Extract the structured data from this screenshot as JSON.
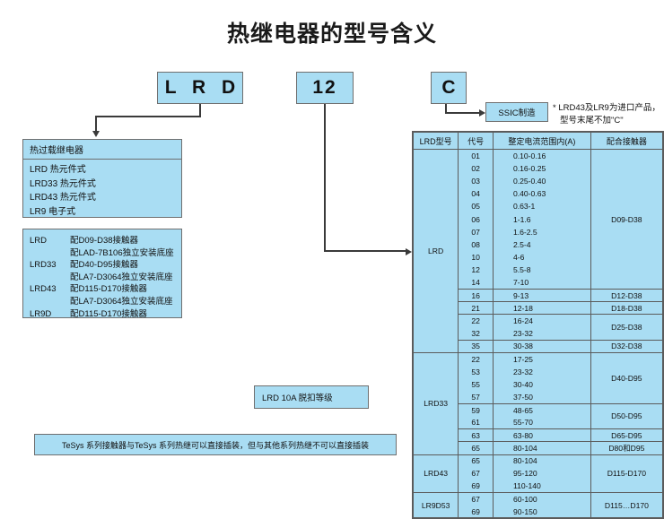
{
  "title": "热继电器的型号含义",
  "code_boxes": {
    "prefix": "L R D",
    "number": "12",
    "suffix": "C"
  },
  "manufacture_box": "SSIC制造",
  "import_note": {
    "line1": "* LRD43及LR9为进口产品，",
    "line2": "型号末尾不加\"C\""
  },
  "relay_types_box": {
    "header": "热过载继电器",
    "items": [
      "LRD 热元件式",
      "LRD33 热元件式",
      "LRD43 热元件式",
      "LR9 电子式"
    ]
  },
  "contactor_match_box": {
    "rows": [
      {
        "model": "LRD",
        "desc": "配D09-D38接触器"
      },
      {
        "model": "",
        "desc": "配LAD-7B106独立安装底座"
      },
      {
        "model": "LRD33",
        "desc": "配D40-D95接触器"
      },
      {
        "model": "",
        "desc": "配LA7-D3064独立安装底座"
      },
      {
        "model": "LRD43",
        "desc": "配D115-D170接触器"
      },
      {
        "model": "",
        "desc": "配LA7-D3064独立安装底座"
      },
      {
        "model": "LR9D",
        "desc": "配D115-D170接触器"
      }
    ]
  },
  "trip_class_box": "LRD 10A 脱扣等级",
  "bottom_note": "TeSys 系列接触器与TeSys 系列热继可以直接插装，但与其他系列热继不可以直接插装",
  "spec_table": {
    "headers": [
      "LRD型号",
      "代号",
      "整定电流范围内(A)",
      "配合接触器"
    ],
    "groups": [
      {
        "model": "LRD",
        "blocks": [
          {
            "contactor": "D09-D38",
            "rows": [
              {
                "code": "01",
                "range": "0.10-0.16"
              },
              {
                "code": "02",
                "range": "0.16-0.25"
              },
              {
                "code": "03",
                "range": "0.25-0.40"
              },
              {
                "code": "04",
                "range": "0.40-0.63"
              },
              {
                "code": "05",
                "range": "0.63-1"
              },
              {
                "code": "06",
                "range": "1-1.6"
              },
              {
                "code": "07",
                "range": "1.6-2.5"
              },
              {
                "code": "08",
                "range": "2.5-4"
              },
              {
                "code": "10",
                "range": "4-6"
              },
              {
                "code": "12",
                "range": "5.5-8"
              },
              {
                "code": "14",
                "range": "7-10"
              }
            ]
          },
          {
            "contactor": "D12-D38",
            "rows": [
              {
                "code": "16",
                "range": "9-13"
              }
            ]
          },
          {
            "contactor": "D18-D38",
            "rows": [
              {
                "code": "21",
                "range": "12-18"
              }
            ]
          },
          {
            "contactor": "D25-D38",
            "rows": [
              {
                "code": "22",
                "range": "16-24"
              },
              {
                "code": "32",
                "range": "23-32"
              }
            ]
          },
          {
            "contactor": "D32-D38",
            "rows": [
              {
                "code": "35",
                "range": "30-38"
              }
            ]
          }
        ]
      },
      {
        "model": "LRD33",
        "blocks": [
          {
            "contactor": "D40-D95",
            "rows": [
              {
                "code": "22",
                "range": "17-25"
              },
              {
                "code": "53",
                "range": "23-32"
              },
              {
                "code": "55",
                "range": "30-40"
              },
              {
                "code": "57",
                "range": "37-50"
              }
            ]
          },
          {
            "contactor": "D50-D95",
            "rows": [
              {
                "code": "59",
                "range": "48-65"
              },
              {
                "code": "61",
                "range": "55-70"
              }
            ]
          },
          {
            "contactor": "D65-D95",
            "rows": [
              {
                "code": "63",
                "range": "63-80"
              }
            ]
          },
          {
            "contactor": "D80和D95",
            "rows": [
              {
                "code": "65",
                "range": "80-104"
              }
            ]
          }
        ]
      },
      {
        "model": "LRD43",
        "blocks": [
          {
            "contactor": "D115-D170",
            "rows": [
              {
                "code": "65",
                "range": "80-104"
              },
              {
                "code": "67",
                "range": "95-120"
              },
              {
                "code": "69",
                "range": "110-140"
              }
            ]
          }
        ]
      },
      {
        "model": "LR9D53",
        "blocks": [
          {
            "contactor": "D115…D170",
            "rows": [
              {
                "code": "67",
                "range": "60-100"
              },
              {
                "code": "69",
                "range": "90-150"
              }
            ]
          }
        ]
      }
    ]
  },
  "colors": {
    "box_fill": "#a9ddf3",
    "box_border": "#6f6f6f",
    "line": "#3a3a3a"
  }
}
